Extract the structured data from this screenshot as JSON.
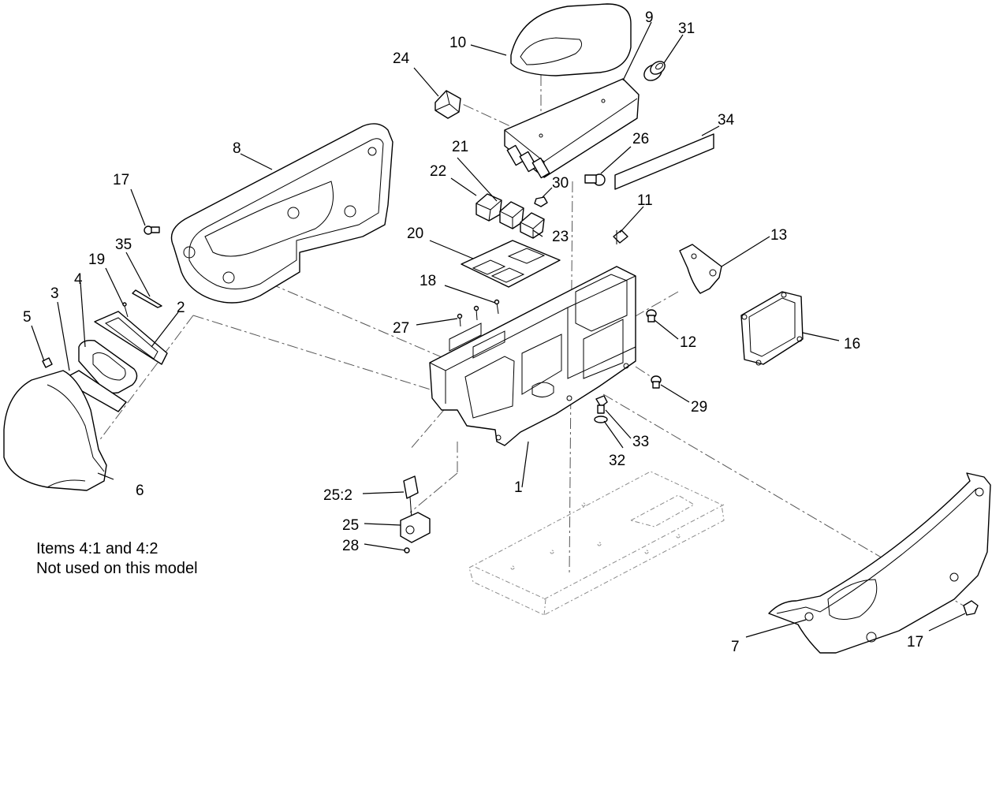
{
  "callouts": {
    "c1": "1",
    "c2": "2",
    "c3": "3",
    "c4": "4",
    "c5": "5",
    "c6": "6",
    "c7": "7",
    "c8": "8",
    "c9": "9",
    "c10": "10",
    "c11": "11",
    "c12": "12",
    "c13": "13",
    "c16": "16",
    "c17a": "17",
    "c17b": "17",
    "c18": "18",
    "c19": "19",
    "c20": "20",
    "c21": "21",
    "c22": "22",
    "c23": "23",
    "c24": "24",
    "c25": "25",
    "c25_2": "25:2",
    "c26": "26",
    "c27": "27",
    "c28": "28",
    "c29": "29",
    "c30": "30",
    "c31": "31",
    "c32": "32",
    "c33": "33",
    "c34": "34",
    "c35": "35"
  },
  "note": {
    "line1": "Items 4:1 and 4:2",
    "line2": "Not used on this model"
  }
}
